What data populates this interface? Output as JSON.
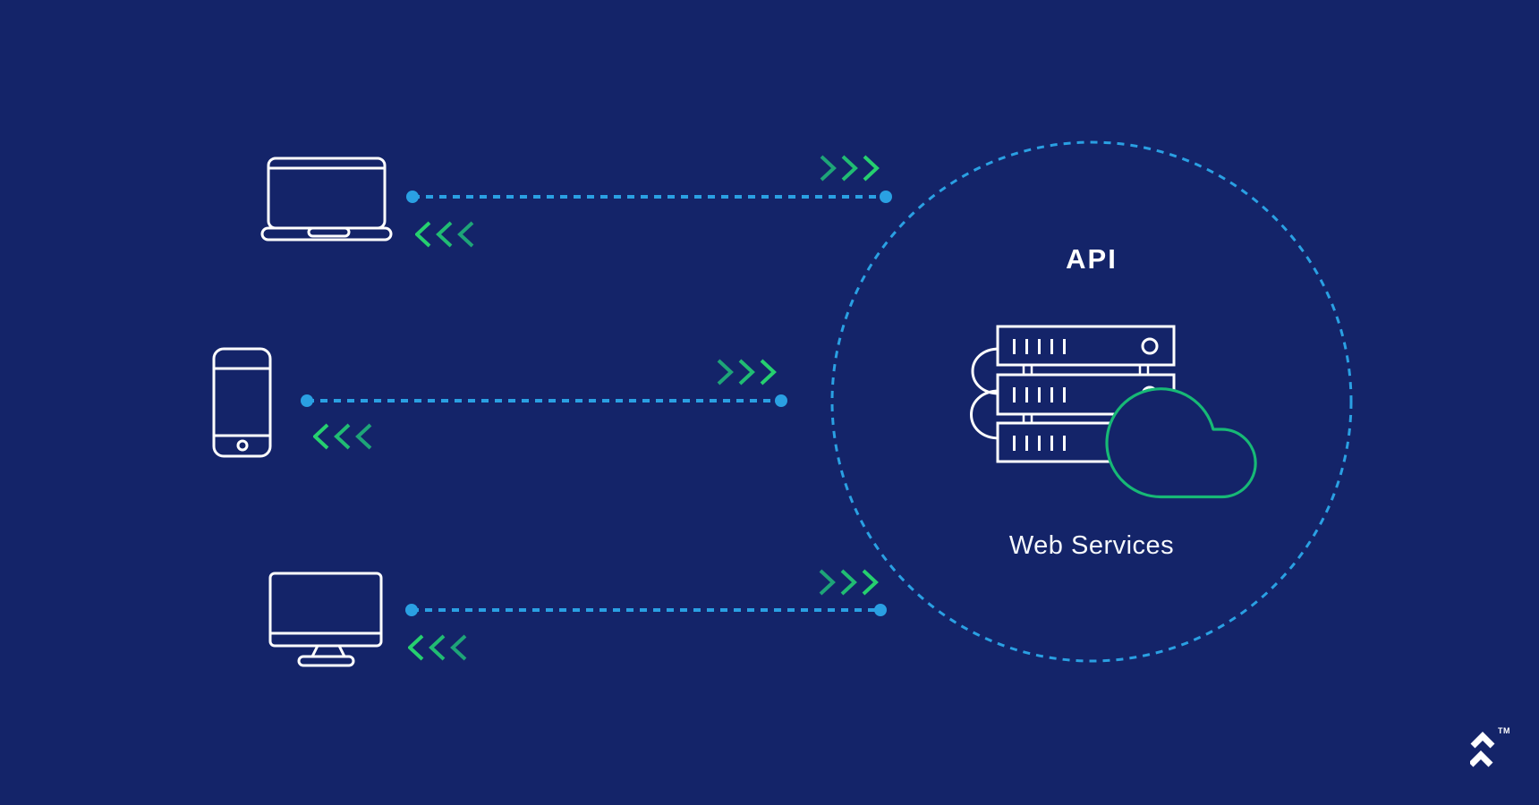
{
  "colors": {
    "background": "#142469",
    "line_blue": "#2AA0E3",
    "green_bright": "#26D06F",
    "green_mid": "#21BC73",
    "green_teal": "#1EA578",
    "cloud_green": "#17B976",
    "white": "#FFFFFF"
  },
  "api_group": {
    "title": "API",
    "subtitle": "Web Services",
    "boundary": "dashed-circle",
    "icons": [
      "server-stack-icon",
      "cloud-icon"
    ]
  },
  "clients": [
    {
      "icon": "laptop-icon"
    },
    {
      "icon": "smartphone-icon"
    },
    {
      "icon": "desktop-icon"
    }
  ],
  "connections": [
    {
      "from": "laptop-icon",
      "to": "api-group",
      "style": "dotted-line",
      "request_arrows": "forward-chevrons",
      "response_arrows": "back-chevrons"
    },
    {
      "from": "smartphone-icon",
      "to": "api-group",
      "style": "dotted-line",
      "request_arrows": "forward-chevrons",
      "response_arrows": "back-chevrons"
    },
    {
      "from": "desktop-icon",
      "to": "api-group",
      "style": "dotted-line",
      "request_arrows": "forward-chevrons",
      "response_arrows": "back-chevrons"
    }
  ],
  "branding": {
    "logo": "toptal-logo",
    "trademark": "TM"
  }
}
